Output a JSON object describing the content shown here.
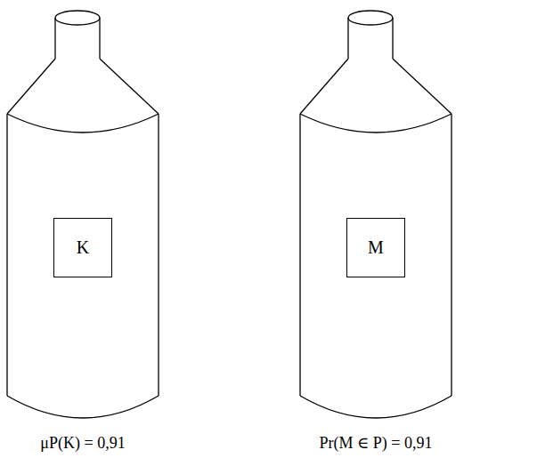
{
  "diagram": {
    "nodes": [
      {
        "text": [
          "K"
        ]
      },
      {
        "text": [
          "M"
        ]
      }
    ],
    "labels": [
      "μP(K) = 0,91",
      "Pr(M ∈ P) = 0,91"
    ]
  }
}
